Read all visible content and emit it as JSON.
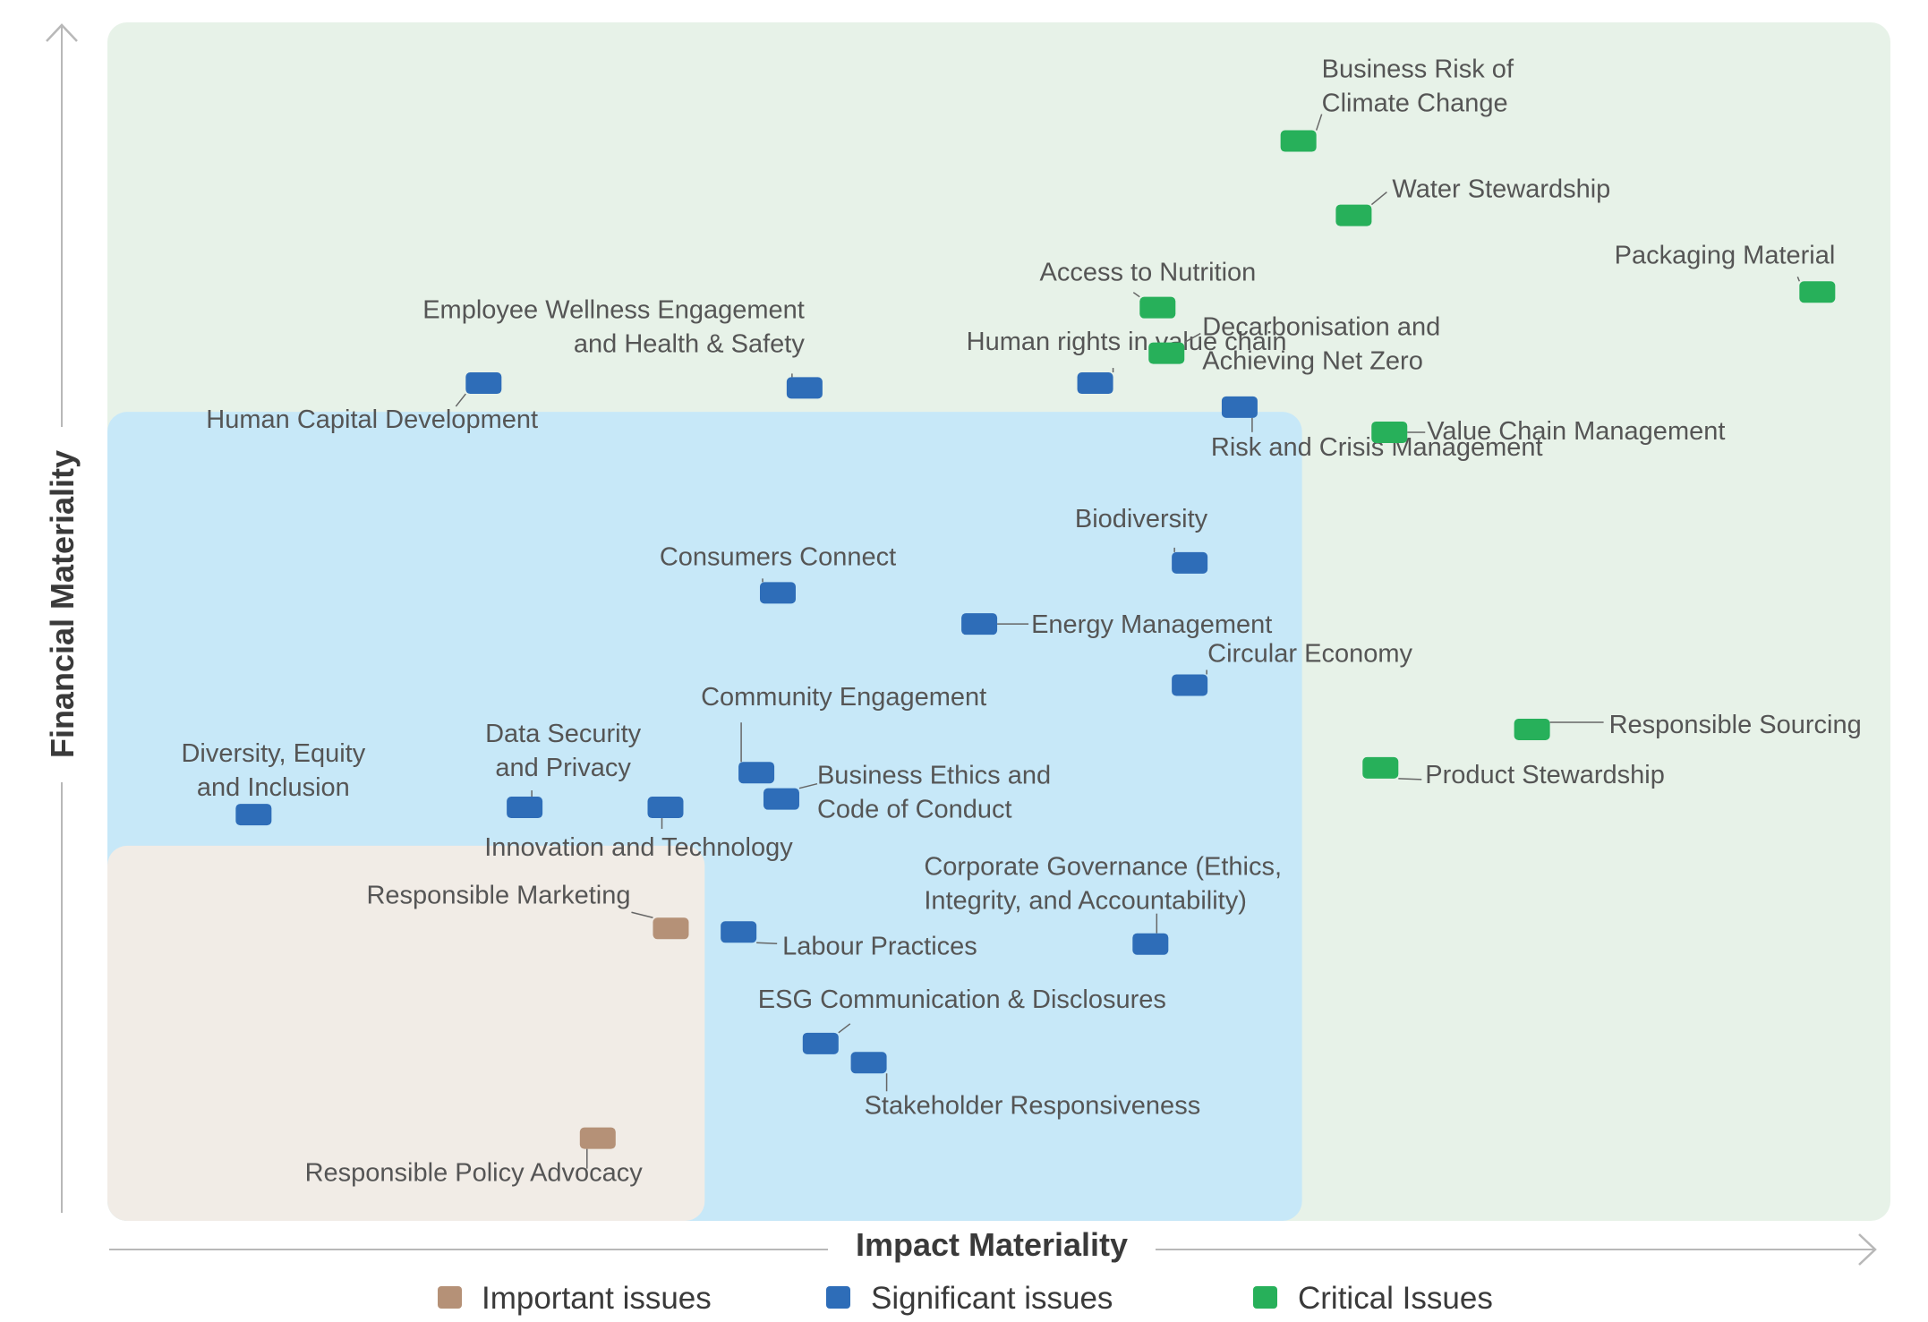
{
  "colors": {
    "important": "#B59177",
    "significant": "#2E6DB8",
    "critical": "#27B05A",
    "zone_critical": "#E7F2E8",
    "zone_significant": "#C7E8F8",
    "zone_important": "#F1ECE6",
    "label": "#555555",
    "leader": "#666666",
    "axis": "#B8B8B8"
  },
  "chart_data": {
    "type": "scatter",
    "xlabel": "Impact Materiality",
    "ylabel": "Financial Materiality",
    "xlim": [
      0,
      100
    ],
    "ylim": [
      0,
      100
    ],
    "grid": false,
    "legend_position": "bottom",
    "series": [
      {
        "name": "Important issues",
        "key": "important",
        "points": [
          {
            "label": [
              "Responsible Marketing"
            ],
            "x": 31.6,
            "y": 24.4
          },
          {
            "label": [
              "Responsible Policy Advocacy"
            ],
            "x": 27.5,
            "y": 6.9
          }
        ]
      },
      {
        "name": "Significant issues",
        "key": "significant",
        "points": [
          {
            "label": [
              "Human Capital Development"
            ],
            "x": 21.1,
            "y": 69.9
          },
          {
            "label": [
              "Employee Wellness Engagement",
              "and Health & Safety"
            ],
            "x": 39.1,
            "y": 69.5
          },
          {
            "label": [
              "Human rights in value chain"
            ],
            "x": 55.4,
            "y": 69.9
          },
          {
            "label": [
              "Risk and Crisis Management"
            ],
            "x": 63.5,
            "y": 67.9
          },
          {
            "label": [
              "Biodiversity"
            ],
            "x": 60.7,
            "y": 54.9
          },
          {
            "label": [
              "Consumers Connect"
            ],
            "x": 37.6,
            "y": 52.4
          },
          {
            "label": [
              "Energy Management"
            ],
            "x": 48.9,
            "y": 49.8
          },
          {
            "label": [
              "Circular Economy"
            ],
            "x": 60.7,
            "y": 44.7
          },
          {
            "label": [
              "Community Engagement"
            ],
            "x": 36.4,
            "y": 37.4
          },
          {
            "label": [
              "Business Ethics and",
              "Code of Conduct"
            ],
            "x": 37.8,
            "y": 35.2
          },
          {
            "label": [
              "Data Security",
              "and Privacy"
            ],
            "x": 23.4,
            "y": 34.5
          },
          {
            "label": [
              "Diversity, Equity",
              "and Inclusion"
            ],
            "x": 8.2,
            "y": 33.9
          },
          {
            "label": [
              "Innovation and Technology"
            ],
            "x": 31.3,
            "y": 34.5
          },
          {
            "label": [
              "Labour Practices"
            ],
            "x": 35.4,
            "y": 24.1
          },
          {
            "label": [
              "Corporate Governance (Ethics,",
              "Integrity, and Accountability)"
            ],
            "x": 58.5,
            "y": 23.1
          },
          {
            "label": [
              "ESG Communication & Disclosures"
            ],
            "x": 40.0,
            "y": 14.8
          },
          {
            "label": [
              "Stakeholder Responsiveness"
            ],
            "x": 42.7,
            "y": 13.2
          }
        ]
      },
      {
        "name": "Critical Issues",
        "key": "critical",
        "points": [
          {
            "label": [
              "Business Risk of",
              "Climate Change"
            ],
            "x": 66.8,
            "y": 90.1
          },
          {
            "label": [
              "Water Stewardship"
            ],
            "x": 69.9,
            "y": 83.9
          },
          {
            "label": [
              "Access to Nutrition"
            ],
            "x": 58.9,
            "y": 76.2
          },
          {
            "label": [
              "Packaging Material"
            ],
            "x": 95.9,
            "y": 77.5
          },
          {
            "label": [
              "Decarbonisation and",
              "Achieving Net Zero"
            ],
            "x": 59.4,
            "y": 72.4
          },
          {
            "label": [
              "Value Chain Management"
            ],
            "x": 71.9,
            "y": 65.8
          },
          {
            "label": [
              "Responsible Sourcing"
            ],
            "x": 79.9,
            "y": 41.0
          },
          {
            "label": [
              "Product Stewardship"
            ],
            "x": 71.4,
            "y": 37.8
          }
        ]
      }
    ],
    "zones": [
      {
        "key": "critical",
        "x": [
          0,
          100
        ],
        "y": [
          0,
          100
        ]
      },
      {
        "key": "significant",
        "x": [
          0,
          67
        ],
        "y": [
          0,
          67.5
        ]
      },
      {
        "key": "important",
        "x": [
          0,
          33.5
        ],
        "y": [
          0,
          31.3
        ]
      }
    ]
  }
}
